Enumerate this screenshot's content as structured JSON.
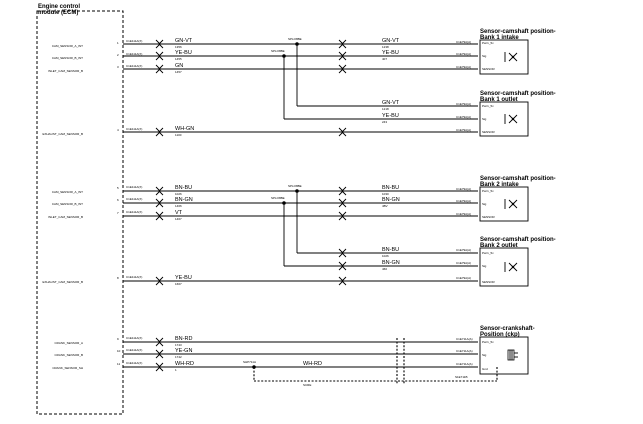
{
  "ecm": {
    "title1": "Engine control",
    "title2": "module (ECM)"
  },
  "left_labels": [
    {
      "pin": "1",
      "name": "CAM_SENSOR_A_INT",
      "conn": "C1E111A(X)"
    },
    {
      "pin": "2",
      "name": "CAM_SENSOR_B_INT",
      "conn": "C1E111A(X)"
    },
    {
      "pin": "3",
      "name": "INLET_CAM_SENSOR_B",
      "conn": "C1E111A(X)"
    },
    {
      "pin": "4",
      "name": "EXHAUST_CAM_SENSOR_B",
      "conn": "C1E111A(X)"
    },
    {
      "pin": "5",
      "name": "CAM_SENSOR_A_INT",
      "conn": "C1E111A(X)"
    },
    {
      "pin": "6",
      "name": "CAM_SENSOR_B_INT",
      "conn": "C1E111A(X)"
    },
    {
      "pin": "7",
      "name": "INLET_CAM_SENSOR_B",
      "conn": "C1E111A(X)"
    },
    {
      "pin": "8",
      "name": "EXHAUST_CAM_SENSOR_B",
      "conn": "C1E111A(X)"
    },
    {
      "pin": "9",
      "name": "CRANK_SENSOR_A",
      "conn": "C1E111A(X)"
    },
    {
      "pin": "10",
      "name": "CRANK_SENSOR_B",
      "conn": "C1E111A(X)"
    },
    {
      "pin": "11",
      "name": "CRANK_SENSOR_SH",
      "conn": "C1E111A(X)"
    }
  ],
  "wires": [
    {
      "color": "GN-VT",
      "num": "1356"
    },
    {
      "color": "YE-BU",
      "num": "1455"
    },
    {
      "color": "GN",
      "num": "1457"
    },
    {
      "color": "WH-GN",
      "num": "1100"
    },
    {
      "color": "GN-VT",
      "num": "1238"
    },
    {
      "color": "YE-BU",
      "num": "407"
    },
    {
      "color": "GN-VT",
      "num": "1218"
    },
    {
      "color": "YE-BU",
      "num": "243"
    },
    {
      "color": "BN-BU",
      "num": "1026"
    },
    {
      "color": "BN-GN",
      "num": "1466"
    },
    {
      "color": "VT",
      "num": "1467"
    },
    {
      "color": "YE-BU",
      "num": "1667"
    },
    {
      "color": "BN-BU",
      "num": "1030"
    },
    {
      "color": "BN-GN",
      "num": "4BV"
    },
    {
      "color": "BN-BU",
      "num": "1026"
    },
    {
      "color": "BN-GN",
      "num": "460"
    },
    {
      "color": "BN-RD",
      "num": "1743"
    },
    {
      "color": "YE-GN",
      "num": "1742"
    },
    {
      "color": "WH-RD",
      "num": "1"
    },
    {
      "color": "WH-RD",
      "num": ""
    }
  ],
  "splices": [
    "SPLO8BE",
    "SPLO8BE",
    "SPLO8BE",
    "SPLO8BE",
    "SHP711A",
    "SCRE",
    "S1E711B"
  ],
  "sensors": [
    {
      "title1": "Sensor-camshaft position-",
      "title2": "Bank 1 intake",
      "pins": [
        "Pwr1_5v",
        "Sig",
        "SENSOR"
      ],
      "conns": [
        "C1E79A(A)",
        "C1E79A(A)",
        "C1E79A(A)"
      ]
    },
    {
      "title1": "Sensor-camshaft position-",
      "title2": "Bank 1 outlet",
      "pins": [
        "Pwr1_5v",
        "Sig",
        "SENSOR"
      ],
      "conns": [
        "C1E79A(A)",
        "C1E79A(A)",
        "C1E79A(A)"
      ]
    },
    {
      "title1": "Sensor-camshaft position-",
      "title2": "Bank 2 intake",
      "pins": [
        "Pwr1_5v",
        "Sig",
        "SENSOR"
      ],
      "conns": [
        "C1E79A(A)",
        "C1E79A(A)",
        "C1E79A(A)"
      ]
    },
    {
      "title1": "Sensor-camshaft position-",
      "title2": "Bank 2 outlet",
      "pins": [
        "Pwr1_5v",
        "Sig",
        "SENSOR"
      ],
      "conns": [
        "C1E79A(A)",
        "C1E79A(A)",
        "C1E79A(A)"
      ]
    },
    {
      "title1": "Sensor-crankshaft-",
      "title2": "Position (ckp)",
      "pins": [
        "Pwr1_5v",
        "Sig",
        "Gnd"
      ],
      "conns": [
        "C1E711A(A)",
        "C1E711A(A)",
        "C1E711A(A)"
      ]
    }
  ]
}
